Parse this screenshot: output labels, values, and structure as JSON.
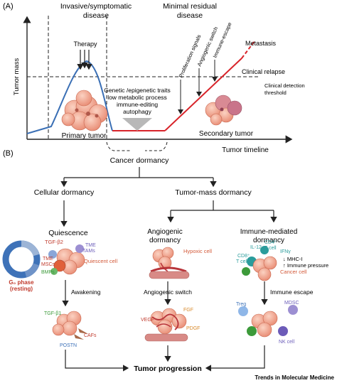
{
  "panel_a": {
    "letter": "(A)",
    "header_left_1": "Invasive/symptomatic",
    "header_left_2": "disease",
    "header_right_1": "Minimal residual",
    "header_right_2": "disease",
    "y_axis": "Tumor mass",
    "x_axis": "Tumor timeline",
    "therapy": "Therapy",
    "primary_tumor": "Primary tumor",
    "secondary_tumor": "Secondary tumor",
    "traits_1": "Genetic /epigenetic traits",
    "traits_2": "low metabolic process",
    "traits_3": "immune-editing",
    "traits_4": "autophagy",
    "signal_1": "Proliferation signals",
    "signal_2": "Angiogenic switch",
    "signal_3": "Immune-escape",
    "metastasis": "Metastasis",
    "clinical_relapse": "Clinical relapse",
    "detection_1": "Clinical detection",
    "detection_2": "threshold"
  },
  "panel_b": {
    "letter": "(B)",
    "cancer_dormancy": "Cancer dormancy",
    "cellular_dormancy": "Cellular dormancy",
    "tumor_mass_dormancy": "Tumor-mass dormancy",
    "quiescence": "Quiescence",
    "angiogenic_1": "Angiogenic",
    "angiogenic_2": "dormancy",
    "immune_1": "Immune-mediated",
    "immune_2": "dormancy",
    "g0_1": "G₀ phase",
    "g0_2": "(resting)",
    "tgfb2": "TGF-β2",
    "tme_tams_1": "TME",
    "tme_tams_2": "TAMs",
    "tme_mscs_1": "TME",
    "tme_mscs_2": "MSCs",
    "bmps": "BMPs",
    "quiescent_cell": "Quiescent cell",
    "hypoxic_cell": "Hypoxic cell",
    "il12": "IL-12",
    "cd4": "CD4⁺",
    "cd4_t": "T cell",
    "ifng": "IFNγ",
    "cd8": "CD8⁺",
    "cd8_t": "T cell",
    "mhc": "↓ MHC-I",
    "immune_pressure": "↑ Immune pressure",
    "cancer_cell": "Cancer cell",
    "awakening": "Awakening",
    "angio_switch": "Angiogenic switch",
    "immune_escape": "Immune escape",
    "tgfb1": "TGF-β1",
    "cafs": "CAFs",
    "postn": "POSTN",
    "vegf": "VEGF",
    "fgf": "FGF",
    "pdgf": "PDGF",
    "treg": "Treg",
    "mdsc": "MDSC",
    "nk_cell": "NK cell",
    "tumor_progression": "Tumor progression"
  },
  "footer": "Trends in Molecular Medicine",
  "colors": {
    "curve_blue": "#3a6fb5",
    "relapse_red": "#d8242a",
    "cell_pink": "#f0a58c",
    "cycle_blue": "#3e72b8",
    "green_label": "#3c9a3a",
    "orange_label": "#d88a2a",
    "purple_label": "#7a6bc0",
    "teal_label": "#2a9c9c"
  }
}
